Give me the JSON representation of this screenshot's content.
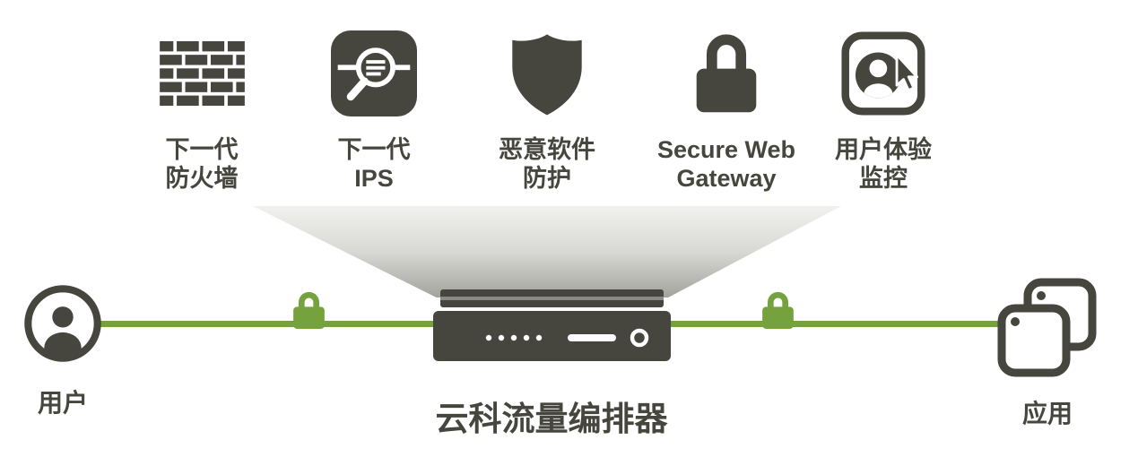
{
  "colors": {
    "dark": "#46463F",
    "green": "#76A23D",
    "funnel_top": "#F1F1EF",
    "funnel_bottom": "#A3A39E"
  },
  "services": [
    {
      "icon": "firewall-bricks-icon",
      "line1": "下一代",
      "line2": "防火墙"
    },
    {
      "icon": "ips-magnifier-icon",
      "line1": "下一代",
      "line2": "IPS"
    },
    {
      "icon": "malware-shield-icon",
      "line1": "恶意软件",
      "line2": "防护"
    },
    {
      "icon": "secure-gateway-lock-icon",
      "line1": "Secure Web",
      "line2": "Gateway"
    },
    {
      "icon": "user-experience-cursor-icon",
      "line1": "用户体验",
      "line2": "监控"
    }
  ],
  "flow": {
    "user_label": "用户",
    "orchestrator_label": "云科流量编排器",
    "applications_label": "应用"
  }
}
